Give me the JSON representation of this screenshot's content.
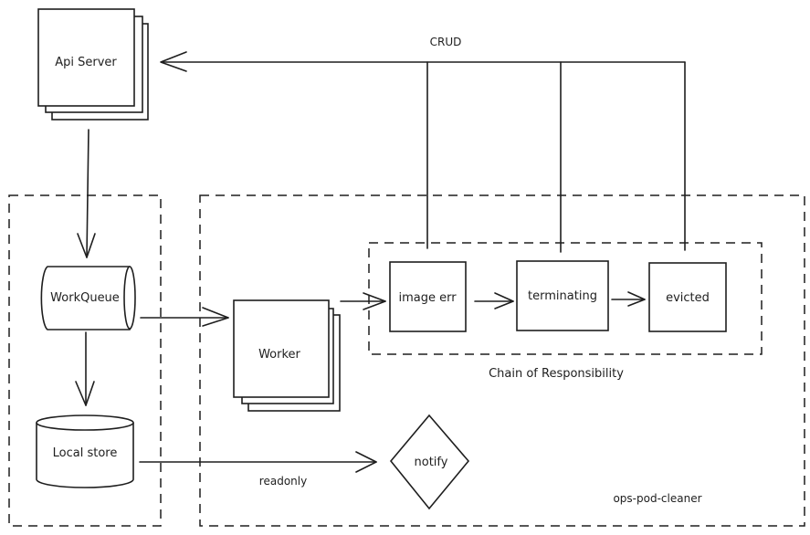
{
  "diagram": {
    "nodes": {
      "api_server": "Api Server",
      "workqueue": "WorkQueue",
      "local_store": "Local store",
      "worker": "Worker",
      "image_err": "image err",
      "terminating": "terminating",
      "evicted": "evicted",
      "notify": "notify"
    },
    "edge_labels": {
      "crud": "CRUD",
      "readonly": "readonly"
    },
    "groups": {
      "chain": "Chain of Responsibility",
      "cleaner": "ops-pod-cleaner"
    },
    "edges": [
      {
        "from": "api_server",
        "to": "workqueue"
      },
      {
        "from": "workqueue",
        "to": "local_store"
      },
      {
        "from": "workqueue",
        "to": "worker"
      },
      {
        "from": "worker",
        "to": "image_err"
      },
      {
        "from": "image_err",
        "to": "terminating"
      },
      {
        "from": "terminating",
        "to": "evicted"
      },
      {
        "from": "local_store",
        "to": "notify",
        "label": "readonly"
      },
      {
        "from": "image_err",
        "to": "api_server",
        "label": "CRUD"
      },
      {
        "from": "terminating",
        "to": "api_server",
        "label": "CRUD"
      },
      {
        "from": "evicted",
        "to": "api_server",
        "label": "CRUD"
      }
    ]
  }
}
